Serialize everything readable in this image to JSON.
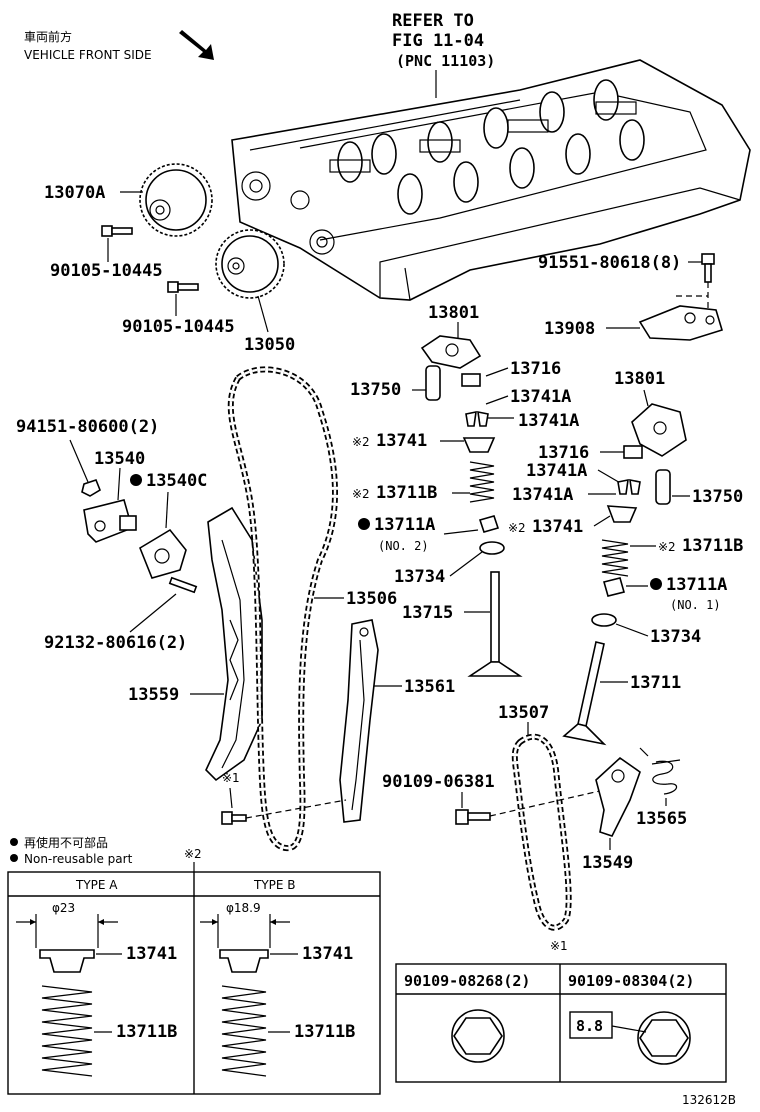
{
  "header": {
    "front_jp": "車両前方",
    "front_en": "VEHICLE FRONT SIDE",
    "refer_line1": "REFER TO",
    "refer_line2": "FIG 11-04",
    "refer_line3": "(PNC 11103)"
  },
  "parts": {
    "p13070A": "13070A",
    "p90105a": "90105-10445",
    "p90105b": "90105-10445",
    "p13050": "13050",
    "p91551": "91551-80618(8)",
    "p13908": "13908",
    "p13801a": "13801",
    "p13716a": "13716",
    "p13750a": "13750",
    "p13741Aa": "13741A",
    "p13741Ab": "13741A",
    "p13741a": "13741",
    "p13711Ba": "13711B",
    "p13711Aa": "13711A",
    "p13711Aa_sub": "(NO. 2)",
    "p13734a": "13734",
    "p13715": "13715",
    "p13801b": "13801",
    "p13716b": "13716",
    "p13741Ac": "13741A",
    "p13741Ad": "13741A",
    "p13750b": "13750",
    "p13741b": "13741",
    "p13711Bb": "13711B",
    "p13711Ab": "13711A",
    "p13711Ab_sub": "(NO. 1)",
    "p13734b": "13734",
    "p13711": "13711",
    "p94151": "94151-80600(2)",
    "p13540": "13540",
    "p13540C": "13540C",
    "p92132": "92132-80616(2)",
    "p13506": "13506",
    "p13559": "13559",
    "p13561": "13561",
    "p13507": "13507",
    "p90109": "90109-06381",
    "p13565": "13565",
    "p13549": "13549"
  },
  "marks": {
    "ref1": "※1",
    "ref2": "※2",
    "ref2_pre": "※2"
  },
  "legend": {
    "line1": "再使用不可部品",
    "line2": "Non-reusable part"
  },
  "type_table": {
    "mark": "※2",
    "type_a": "TYPE A",
    "type_b": "TYPE B",
    "dim_a": "φ23",
    "dim_b": "φ18.9",
    "part_retainer": "13741",
    "part_spring": "13711B"
  },
  "bolt_table": {
    "mark": "※1",
    "col1": "90109-08268(2)",
    "col2": "90109-08304(2)",
    "grade": "8.8"
  },
  "figure_id": "132612B"
}
